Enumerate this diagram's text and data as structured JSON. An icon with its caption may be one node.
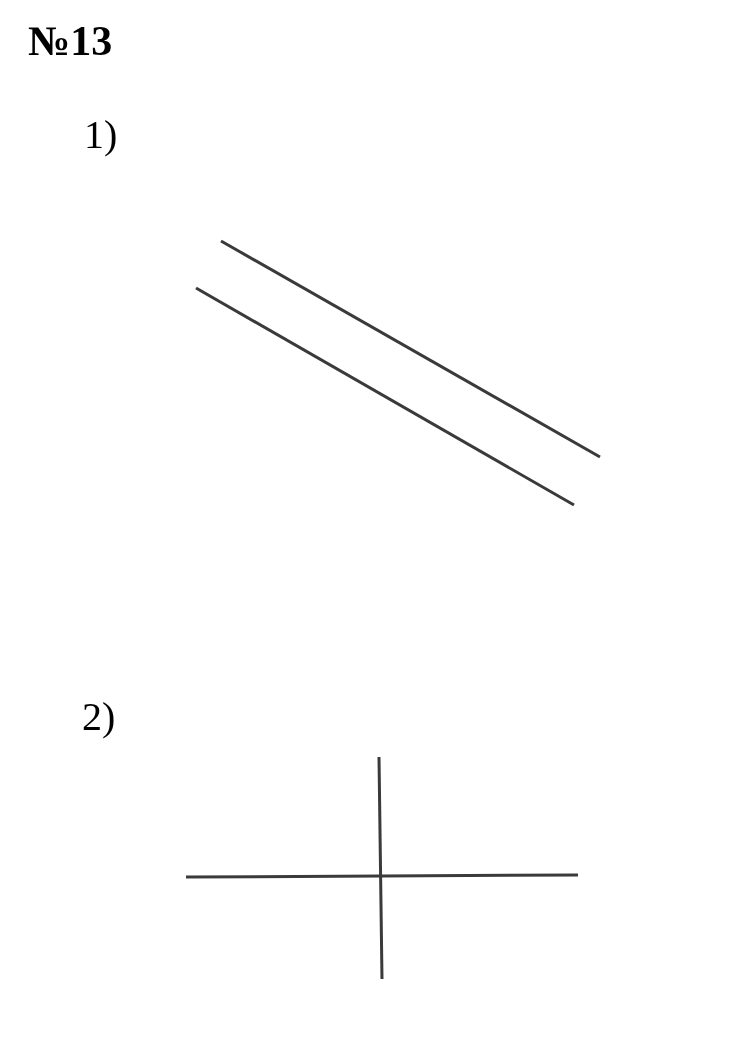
{
  "diagram": {
    "title": "№13",
    "labels": [
      "1)",
      "2)"
    ]
  }
}
